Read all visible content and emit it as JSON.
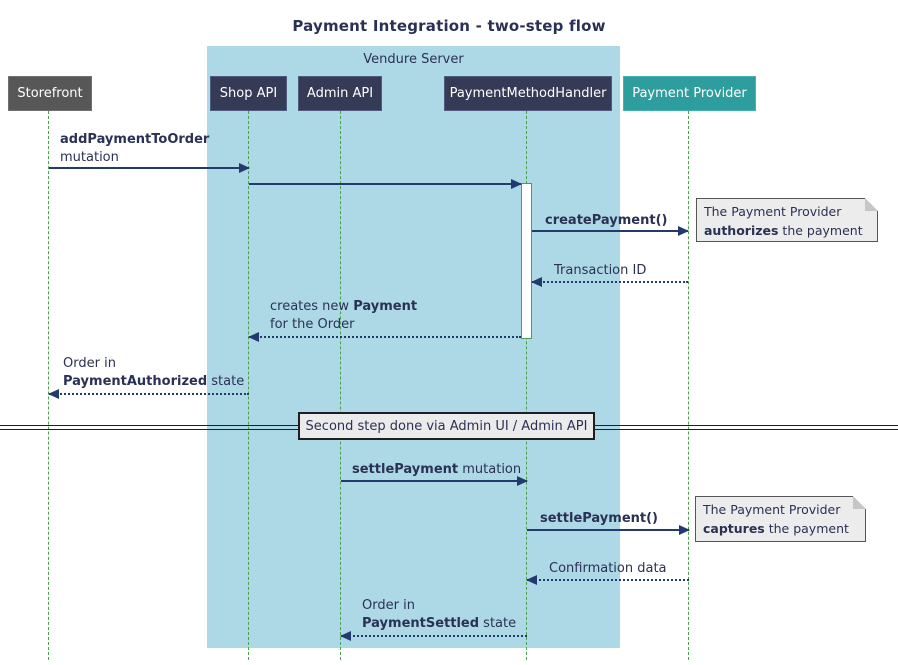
{
  "title": "Payment Integration - two-step flow",
  "frame": {
    "label": "Vendure Server"
  },
  "participants": [
    {
      "id": "storefront",
      "label": "Storefront"
    },
    {
      "id": "shop-api",
      "label": "Shop API"
    },
    {
      "id": "admin-api",
      "label": "Admin API"
    },
    {
      "id": "payment-method-handler",
      "label": "PaymentMethodHandler"
    },
    {
      "id": "payment-provider",
      "label": "Payment Provider"
    }
  ],
  "messages": {
    "add_payment": {
      "bold": "addPaymentToOrder",
      "line2": "mutation"
    },
    "create_payment": {
      "label": "createPayment()"
    },
    "transaction_id": {
      "label": "Transaction ID"
    },
    "creates_payment": {
      "line1_pre": "creates new ",
      "line1_bold": "Payment",
      "line2": "for the Order"
    },
    "order_authorized": {
      "line1": "Order in",
      "line2_bold": "PaymentAuthorized",
      "line2_rest": " state"
    },
    "settle_payment_mutation": {
      "bold": "settlePayment",
      "rest": " mutation"
    },
    "settle_payment_call": {
      "label": "settlePayment()"
    },
    "confirmation_data": {
      "label": "Confirmation data"
    },
    "order_settled": {
      "line1": "Order in",
      "line2_bold": "PaymentSettled",
      "line2_rest": " state"
    }
  },
  "divider": {
    "label": "Second step done via Admin UI / Admin API"
  },
  "notes": {
    "authorize": {
      "line1": "The Payment Provider",
      "bold": "authorizes",
      "rest": " the payment"
    },
    "capture": {
      "line1": "The Payment Provider",
      "bold": "captures",
      "rest": " the payment"
    }
  },
  "colors": {
    "frame-bg": "#ADD8E6",
    "text": "#2b3154",
    "line": "#223a6e",
    "lifeline": "#4ba04b",
    "participant-bg": "#353b57",
    "participant-border": "#515a80",
    "storefront-bg": "#575757",
    "provider-bg": "#2e9d9d",
    "note-bg": "#ececec",
    "divider-bg": "#ebebeb"
  }
}
